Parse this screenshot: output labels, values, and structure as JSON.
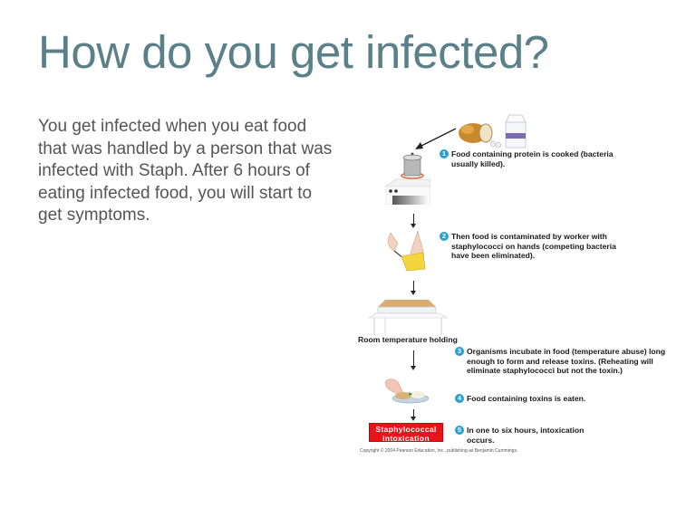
{
  "slide": {
    "title": "How do you get infected?",
    "body": "You get infected when you eat food that was handled by a person that was infected with Staph. After 6 hours of eating infected food, you will start to get symptoms."
  },
  "figure": {
    "steps": [
      {
        "number": "1",
        "text": "Food containing protein is cooked (bacteria usually killed)."
      },
      {
        "number": "2",
        "text": "Then food is contaminated by worker with staphylococci on hands (competing bacteria have been eliminated)."
      },
      {
        "number": "3",
        "text": "Organisms incubate in food (temperature abuse) long enough to form and release toxins. (Reheating will eliminate staphylococci but not the toxin.)"
      },
      {
        "number": "4",
        "text": "Food containing toxins is eaten."
      },
      {
        "number": "5",
        "text": "In one to six hours, intoxication occurs."
      }
    ],
    "room_label": "Room temperature holding",
    "result_box": "Staphylococcal intoxication",
    "copyright": "Copyright © 2004 Pearson Education, Inc., publishing as Benjamin Cummings.",
    "colors": {
      "step_badge": "#2a9fd6",
      "result_box": "#e8141b",
      "title": "#5b8087"
    }
  }
}
